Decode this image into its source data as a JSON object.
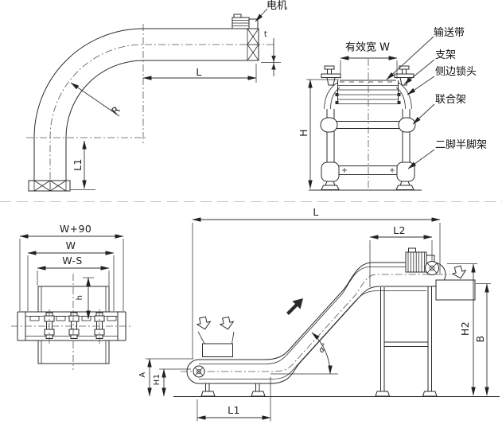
{
  "drawing": {
    "curved_view": {
      "motor_label": "电机",
      "dim_L": "L",
      "dim_R": "R",
      "dim_L1": "L1",
      "dim_t": "t"
    },
    "front_view": {
      "dim_effective_width": "有效宽 W",
      "dim_H": "H",
      "callouts": {
        "belt": "输送带",
        "bracket": "支架",
        "side_lock": "侧边锁头",
        "joint_frame": "联合架",
        "leg_frame": "二脚半脚架"
      }
    },
    "section_view": {
      "dim_w90": "W+90",
      "dim_w": "W",
      "dim_ws": "W-S",
      "dim_h": "h"
    },
    "side_view": {
      "dim_L": "L",
      "dim_L2": "L2",
      "dim_A": "A",
      "dim_H1": "H1",
      "dim_L1": "L1",
      "dim_H2": "H2",
      "dim_B": "B",
      "dim_angle": "α°"
    }
  }
}
